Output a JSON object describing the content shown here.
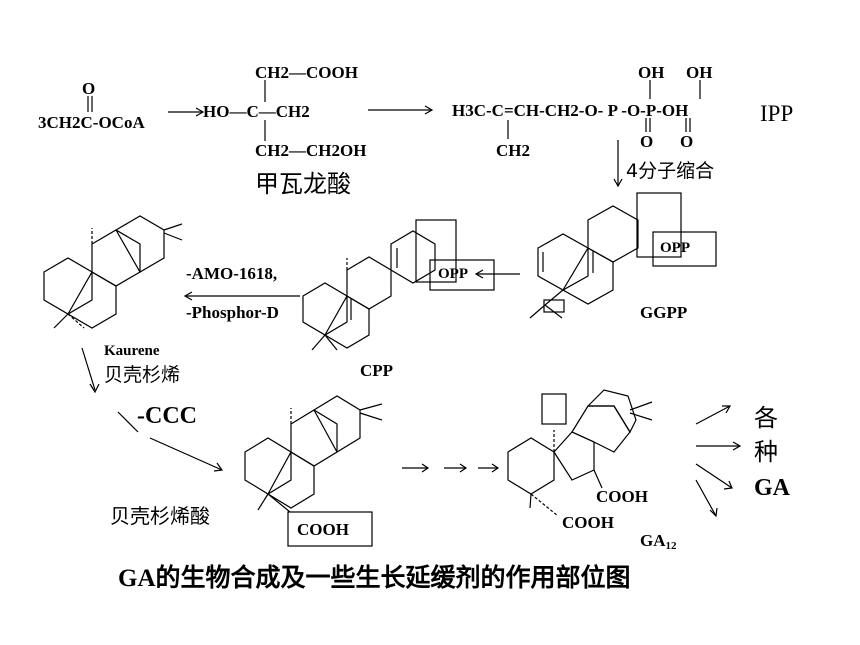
{
  "mevalonate": {
    "acetyl_coa_o": "O",
    "acetyl_coa": "3CH2C-OCoA",
    "mva_top": "CH2—COOH",
    "mva_mid": "HO—C—CH2",
    "mva_bot": "CH2—CH2OH",
    "mva_name": "甲瓦龙酸"
  },
  "ipp": {
    "oh1": "OH",
    "oh2": "OH",
    "formula": "H3C-C=CH-CH2-O- P -O-P-OH",
    "ch2": "CH2",
    "o1": "O",
    "o2": "O",
    "label": "IPP",
    "condense": "4分子缩合"
  },
  "ggpp": {
    "opp": "OPP",
    "label": "GGPP"
  },
  "cpp": {
    "opp": "OPP",
    "label": "CPP"
  },
  "inhibitors": {
    "amo": "-AMO-1618,",
    "phosphor": "-Phosphor-D",
    "ccc": "-CCC"
  },
  "kaurene": {
    "en": "Kaurene",
    "cn": "贝壳杉烯"
  },
  "kaurenoic": {
    "cooh": "COOH",
    "cn": "贝壳杉烯酸"
  },
  "ga12": {
    "cooh1": "COOH",
    "cooh2": "COOH",
    "label_main": "GA",
    "label_sub": "12"
  },
  "various_ga": {
    "c1": "各",
    "c2": "种",
    "c3": "GA"
  },
  "caption": "GA的生物合成及一些生长延缓剂的作用部位图"
}
